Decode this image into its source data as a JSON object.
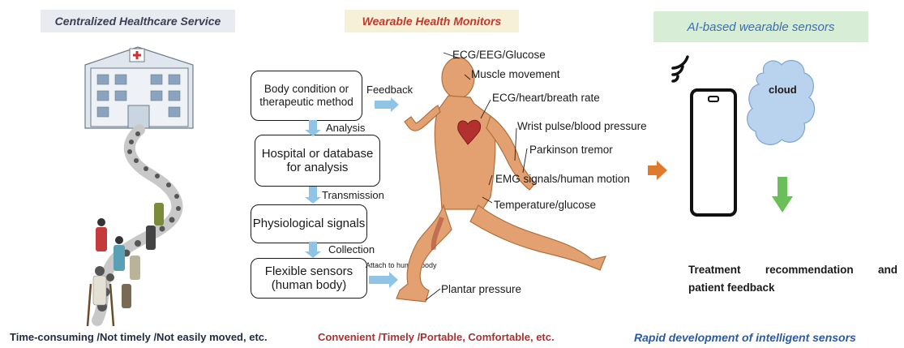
{
  "headers": {
    "left": "Centralized Healthcare Service",
    "middle": "Wearable Health Monitors",
    "right": "AI-based wearable sensors"
  },
  "flow": {
    "boxes": [
      "Body condition or therapeutic method",
      "Hospital or database for analysis",
      "Physiological signals",
      "Flexible sensors (human body)"
    ],
    "labels": {
      "feedback": "Feedback",
      "analysis": "Analysis",
      "transmission": "Transmission",
      "collection": "Collection",
      "attach": "Attach to human body"
    }
  },
  "body_labels": [
    "ECG/EEG/Glucose",
    "Muscle movement",
    "ECG/heart/breath rate",
    "Wrist pulse/blood pressure",
    "Parkinson tremor",
    "EMG signals/human motion",
    "Temperature/glucose",
    "Plantar pressure"
  ],
  "ai": {
    "cloud_label": "cloud",
    "treatment_line1": "Treatment recommendation and",
    "treatment_line2": "patient feedback"
  },
  "footers": {
    "left": "Time-consuming /Not timely /Not easily moved, etc.",
    "middle": "Convenient /Timely /Portable, Comfortable, etc.",
    "right": "Rapid development of intelligent sensors"
  },
  "colors": {
    "arrow_blue": "#8fc4e6",
    "arrow_orange": "#e07a2c",
    "arrow_green": "#6bbf5a",
    "cloud": "#b9d3ee",
    "skin": "#e3a071"
  }
}
